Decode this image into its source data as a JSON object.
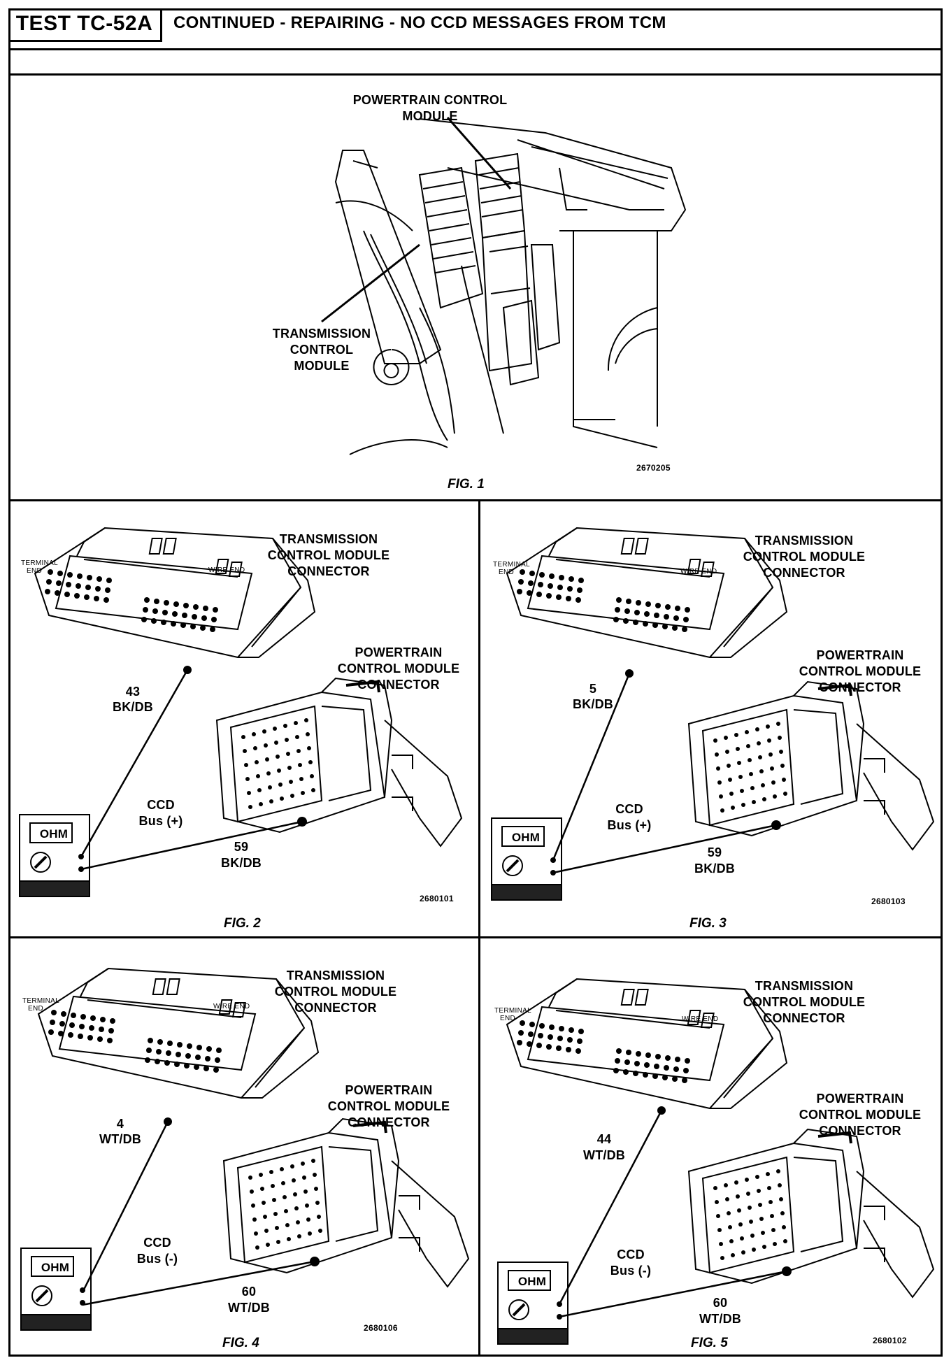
{
  "header": {
    "test_id": "TEST TC-52A",
    "title": "CONTINUED - REPAIRING - NO CCD MESSAGES FROM TCM"
  },
  "fig1": {
    "pcm_label_line1": "POWERTRAIN CONTROL",
    "pcm_label_line2": "MODULE",
    "tcm_label_line1": "TRANSMISSION",
    "tcm_label_line2": "CONTROL",
    "tcm_label_line3": "MODULE",
    "part_number": "2670205",
    "caption": "FIG. 1"
  },
  "common": {
    "tcm_conn_line1": "TRANSMISSION",
    "tcm_conn_line2": "CONTROL MODULE",
    "tcm_conn_line3": "CONNECTOR",
    "pcm_conn_line1": "POWERTRAIN",
    "pcm_conn_line2": "CONTROL MODULE",
    "pcm_conn_line3": "CONNECTOR",
    "terminal_end_line1": "TERMINAL",
    "terminal_end_line2": "END",
    "wire_end": "WIRE END",
    "meter_label": "OHM"
  },
  "fig2": {
    "tcm_pin": "43",
    "tcm_wire": "BK/DB",
    "bus_line1": "CCD",
    "bus_line2": "Bus (+)",
    "pcm_pin": "59",
    "pcm_wire": "BK/DB",
    "part_number": "2680101",
    "caption": "FIG. 2"
  },
  "fig3": {
    "tcm_pin": "5",
    "tcm_wire": "BK/DB",
    "bus_line1": "CCD",
    "bus_line2": "Bus (+)",
    "pcm_pin": "59",
    "pcm_wire": "BK/DB",
    "part_number": "2680103",
    "caption": "FIG. 3"
  },
  "fig4": {
    "tcm_pin": "4",
    "tcm_wire": "WT/DB",
    "bus_line1": "CCD",
    "bus_line2": "Bus (-)",
    "pcm_pin": "60",
    "pcm_wire": "WT/DB",
    "part_number": "2680106",
    "caption": "FIG. 4"
  },
  "fig5": {
    "tcm_pin": "44",
    "tcm_wire": "WT/DB",
    "bus_line1": "CCD",
    "bus_line2": "Bus (-)",
    "pcm_pin": "60",
    "pcm_wire": "WT/DB",
    "part_number": "2680102",
    "caption": "FIG. 5"
  }
}
